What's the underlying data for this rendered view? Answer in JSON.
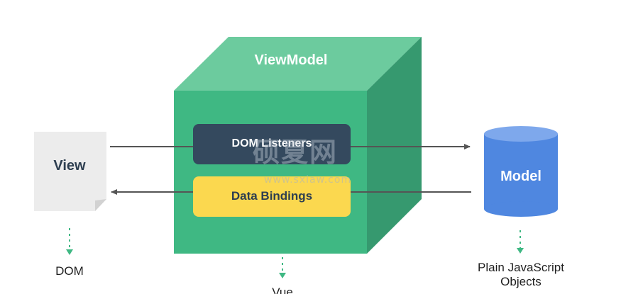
{
  "diagram": {
    "viewmodel_title": "ViewModel",
    "dom_listeners_label": "DOM Listeners",
    "data_bindings_label": "Data Bindings",
    "view_label": "View",
    "model_label": "Model",
    "dom_caption": "DOM",
    "vue_caption": "Vue",
    "model_caption_line1": "Plain JavaScript",
    "model_caption_line2": "Objects",
    "watermark_main": "硕夏网",
    "watermark_url": "www.sxiaw.com"
  },
  "colors": {
    "cube_front": "#3fb883",
    "cube_top": "#6ccb9e",
    "cube_side": "#36996f",
    "dom_listeners_bg": "#34495e",
    "data_bindings_bg": "#fbd84f",
    "model_cylinder": "#4f87e0",
    "model_cylinder_top": "#7ea8ec",
    "view_doc": "#eeeeee",
    "arrow_gray": "#555555",
    "arrow_green": "#3fb883"
  }
}
